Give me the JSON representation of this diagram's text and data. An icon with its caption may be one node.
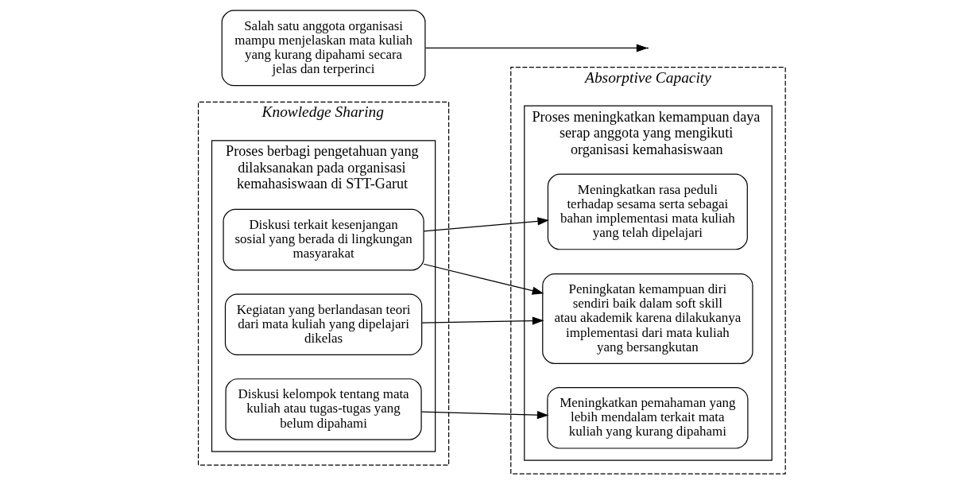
{
  "diagram": {
    "nodes": [
      {
        "text": [
          "Knowledge Sharing"
        ]
      },
      {
        "text": [
          "Proses berbagi pengetahuan yang dilaksanakan pada organisasi kemahasiswaan di STT-Garut"
        ],
        "in": 0
      },
      {
        "text": [
          "Diskusi terkait kesenjangan sosial yang berada di lingkungan masyarakat"
        ],
        "in": 1
      },
      {
        "text": [
          "Kegiatan yang berlandasan teori dari mata kuliah yang dipelajari dikelas"
        ],
        "in": 1
      },
      {
        "text": [
          "Diskusi kelompok tentang mata kuliah atau tugas-tugas yang belum dipahami"
        ],
        "in": 1
      },
      {
        "text": [
          "Salah satu anggota organisasi mampu menjelaskan mata kuliah yang kurang dipahami secara jelas dan terperinci"
        ]
      },
      {
        "text": [
          "Absorptive Capacity"
        ]
      },
      {
        "text": [
          "Proses meningkatkan kemampuan daya serap anggota yang mengikuti organisasi kemahasiswaan"
        ],
        "in": 6
      },
      {
        "text": [
          "Meningkatkan rasa peduli terhadap sesama serta sebagai bahan implementasi mata kuliah yang telah dipelajari"
        ],
        "in": 7
      },
      {
        "text": [
          "Peningkatan kemampuan diri sendiri baik dalam soft skill atau akademik karena dilakukanya implementasi dari mata kuliah yang bersangkutan"
        ],
        "in": 7
      },
      {
        "text": [
          "Meningkatkan pemahaman yang lebih mendalam terkait mata kuliah yang kurang dipahami"
        ],
        "in": 7
      }
    ],
    "edges": [
      {
        "from": 2,
        "to": 8,
        "arrow": "to"
      },
      {
        "from": 2,
        "to": 9,
        "arrow": "to"
      },
      {
        "from": 3,
        "to": 9,
        "arrow": "to"
      },
      {
        "from": 4,
        "to": 10,
        "arrow": "to"
      },
      {
        "from": 5,
        "to": null,
        "arrow": "to"
      }
    ]
  }
}
